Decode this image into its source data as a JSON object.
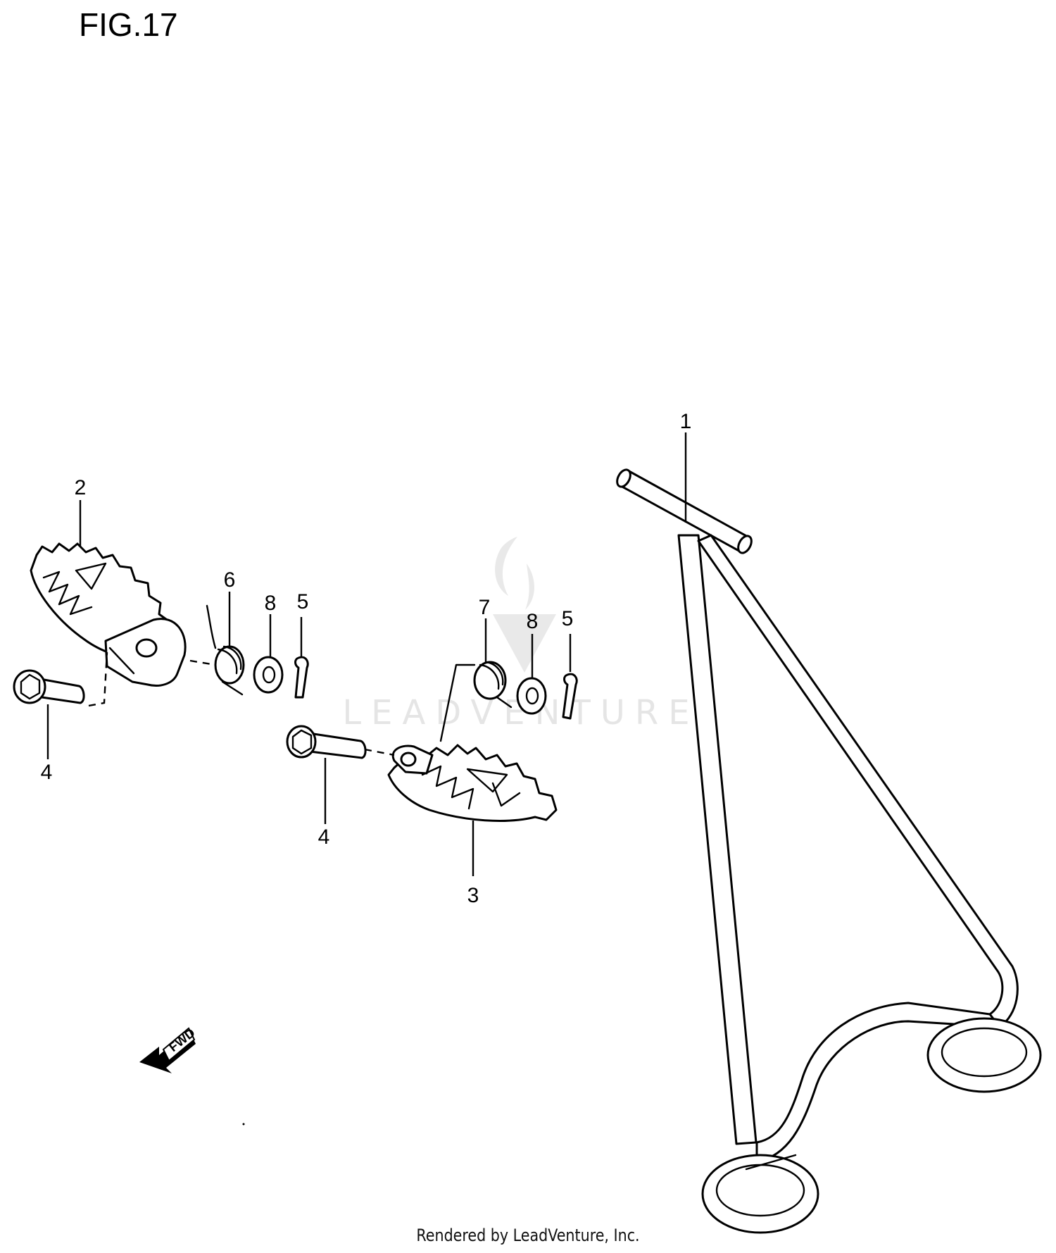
{
  "figure": {
    "title": "FIG.17",
    "fwd_label": "FWD",
    "footer": "Rendered by LeadVenture, Inc.",
    "watermark_text": "LEADVENTURE"
  },
  "callouts": [
    {
      "id": "1",
      "label": "1"
    },
    {
      "id": "2",
      "label": "2"
    },
    {
      "id": "3",
      "label": "3"
    },
    {
      "id": "4a",
      "label": "4"
    },
    {
      "id": "4b",
      "label": "4"
    },
    {
      "id": "5a",
      "label": "5"
    },
    {
      "id": "5b",
      "label": "5"
    },
    {
      "id": "6",
      "label": "6"
    },
    {
      "id": "7",
      "label": "7"
    },
    {
      "id": "8a",
      "label": "8"
    },
    {
      "id": "8b",
      "label": "8"
    }
  ],
  "colors": {
    "line": "#000000",
    "background": "#ffffff",
    "watermark": "#9a9a9a"
  }
}
